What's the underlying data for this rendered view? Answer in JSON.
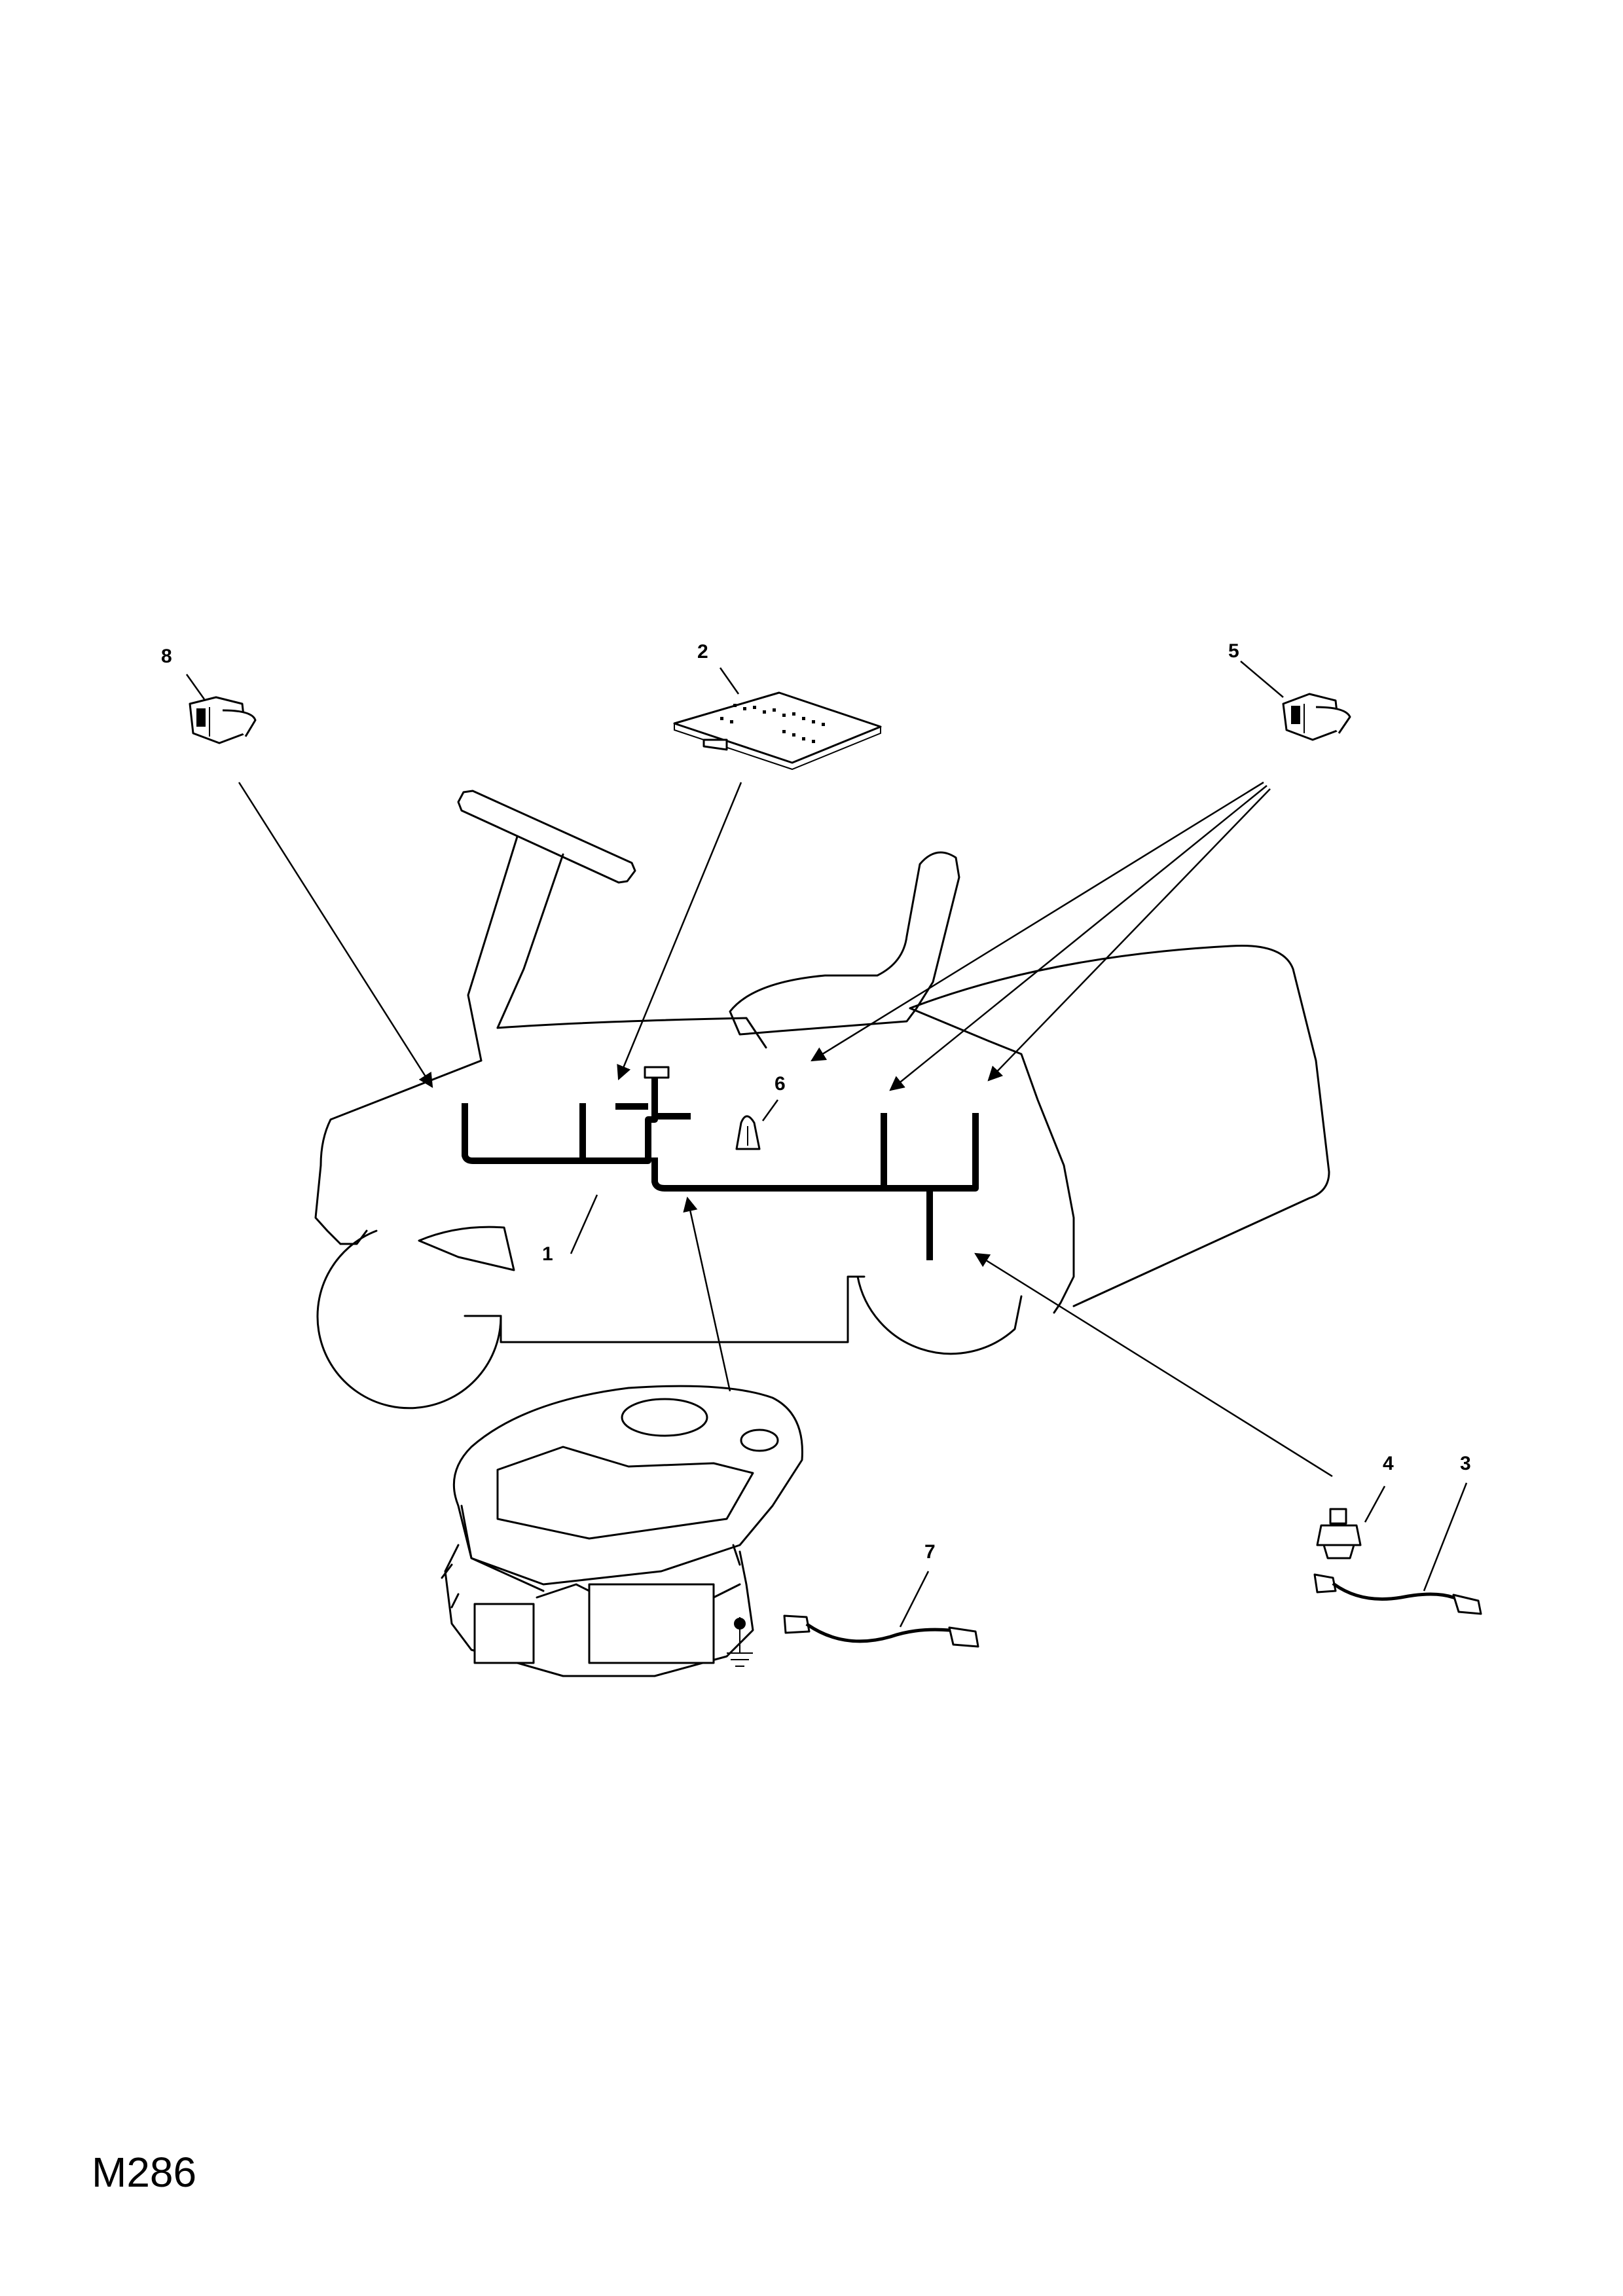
{
  "drawing_code": "M286",
  "callouts": [
    {
      "id": "1",
      "label": "1"
    },
    {
      "id": "2",
      "label": "2"
    },
    {
      "id": "3",
      "label": "3"
    },
    {
      "id": "4",
      "label": "4"
    },
    {
      "id": "5",
      "label": "5"
    },
    {
      "id": "6",
      "label": "6"
    },
    {
      "id": "7",
      "label": "7"
    },
    {
      "id": "8",
      "label": "8"
    }
  ]
}
